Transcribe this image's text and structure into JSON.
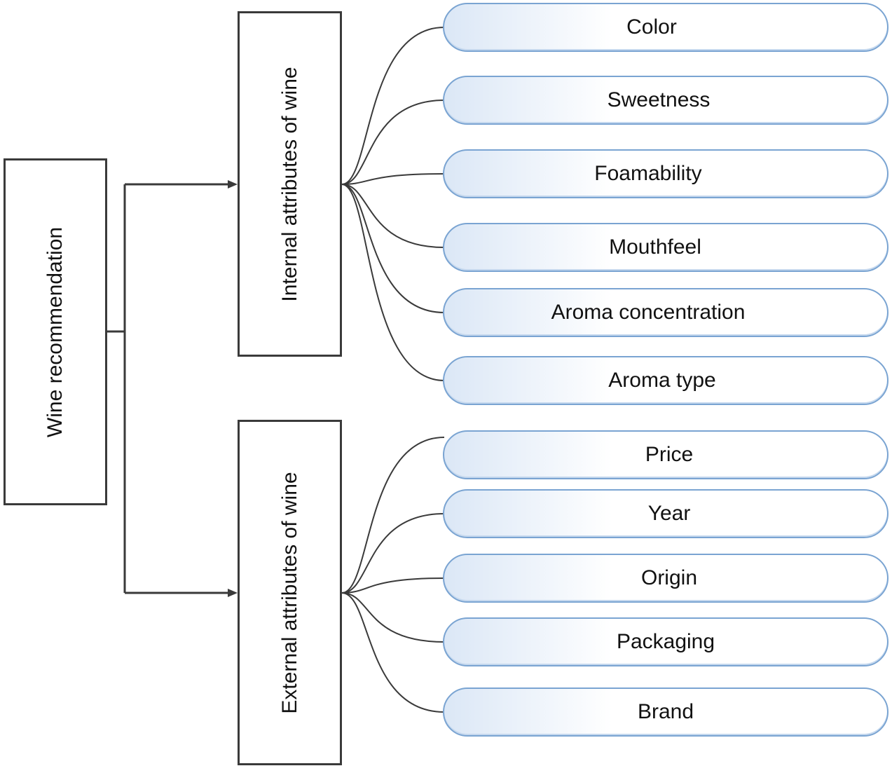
{
  "root": {
    "label": "Wine recommendation"
  },
  "groups": [
    {
      "label": "Internal attributes of wine",
      "items": [
        "Color",
        "Sweetness",
        "Foamability",
        "Mouthfeel",
        "Aroma concentration",
        "Aroma type"
      ]
    },
    {
      "label": "External attributes of wine",
      "items": [
        "Price",
        "Year",
        "Origin",
        "Packaging",
        "Brand"
      ]
    }
  ],
  "colors": {
    "box_border": "#3a3a3a",
    "connector": "#3a3a3a",
    "pill_border": "#7aa4d2",
    "pill_fill_start": "#dbe7f6"
  }
}
